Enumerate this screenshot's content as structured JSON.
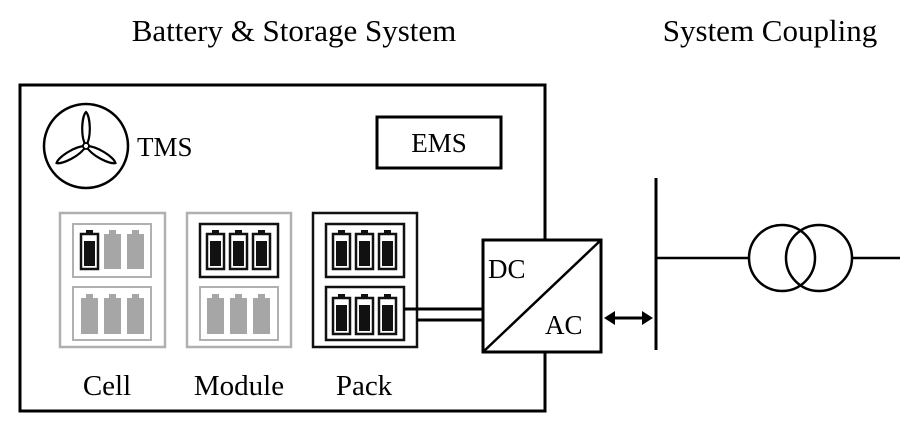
{
  "headings": {
    "left": "Battery & Storage System",
    "right": "System Coupling"
  },
  "labels": {
    "tms": "TMS",
    "ems": "EMS",
    "cell": "Cell",
    "module": "Module",
    "pack": "Pack",
    "dc": "DC",
    "ac": "AC"
  },
  "icons": {
    "fan": "fan-icon",
    "transformer": "transformer-icon",
    "bidirectional_arrow": "double-arrow-icon"
  },
  "colors": {
    "line": "#000000",
    "inactive_frame": "#b0b0b0",
    "inactive_battery": "#a6a6a6",
    "active_battery": "#111111"
  }
}
